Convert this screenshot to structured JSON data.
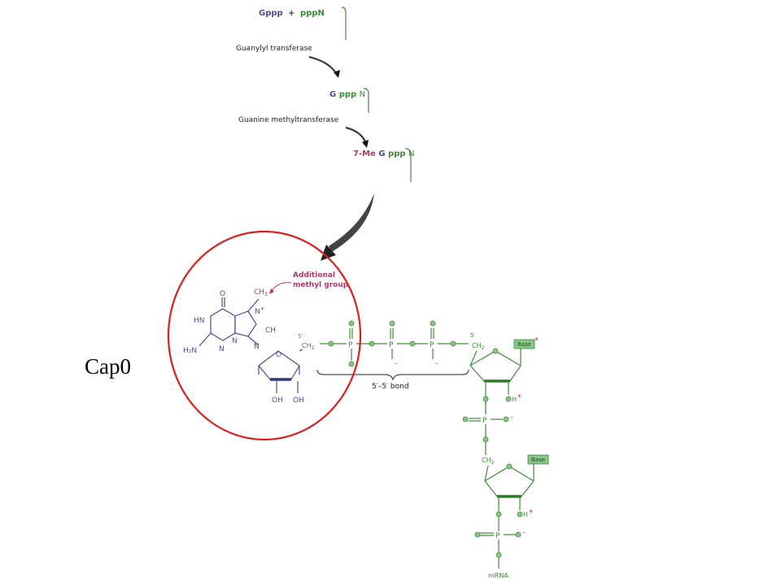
{
  "colors": {
    "guanosine": "#4b4f8e",
    "rna_green": "#3e8a3a",
    "node_fill": "#8cc48a",
    "methyl": "#b03a6a",
    "circle": "#dd1e1e",
    "text": "#222222"
  },
  "pathway": {
    "reactant_1": "Gppp",
    "plus": "+",
    "reactant_2": "pppN",
    "enzyme_1": "Guanylyl transferase",
    "product_g": "G",
    "product_ppp": "ppp",
    "product_n": "N",
    "enzyme_2": "Guanine methyltransferase",
    "final_me": "7-Me",
    "final_g": "G",
    "final_ppp": "ppp",
    "final_n": "N"
  },
  "structure": {
    "annotation": [
      "Additional",
      "methyl group"
    ],
    "methyl": "CH",
    "methyl_sub": "3",
    "carbonyl_o": "O",
    "hn": "HN",
    "n_plus": "N",
    "plus_sign": "+",
    "ch": "CH",
    "h2n": "H₂N",
    "n_ring_1": "N",
    "n_ring_2": "N",
    "n_glyco": "N",
    "ribose_o": "O",
    "oh_1": "OH",
    "oh_2": "OH",
    "five_prime_1": "5′",
    "ch2_1": "CH",
    "ch2_1_sub": "2",
    "p_1": "P",
    "p_2": "P",
    "p_3": "P",
    "minus": "−",
    "five_prime_2": "5′",
    "ch2_2": "CH",
    "ch2_2_sub": "2",
    "base_1": "Base",
    "asterisk": "*",
    "bond_label": "5′–5′ bond",
    "h_1": "H",
    "p_4": "P",
    "ch2_3": "CH",
    "ch2_3_sub": "2",
    "base_2": "Base",
    "h_2": "H",
    "p_5": "P",
    "mrna": "mRNA"
  },
  "cap_label": "Cap0"
}
